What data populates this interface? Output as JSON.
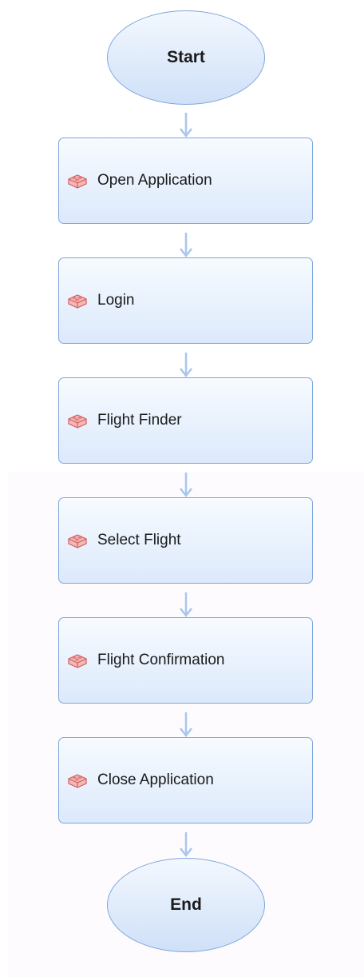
{
  "flowchart": {
    "start": {
      "label": "Start"
    },
    "steps": [
      {
        "label": "Open Application",
        "icon": "business-component-icon"
      },
      {
        "label": "Login",
        "icon": "business-component-icon"
      },
      {
        "label": "Flight Finder",
        "icon": "business-component-icon"
      },
      {
        "label": "Select Flight",
        "icon": "business-component-icon"
      },
      {
        "label": "Flight Confirmation",
        "icon": "business-component-icon"
      },
      {
        "label": "Close Application",
        "icon": "business-component-icon"
      }
    ],
    "end": {
      "label": "End"
    }
  },
  "colors": {
    "node_border": "#7fa6de",
    "node_fill_top": "#f7fbff",
    "node_fill_bottom": "#dce9fb",
    "connector": "#a9c6ec",
    "icon_red": "#e05555"
  }
}
